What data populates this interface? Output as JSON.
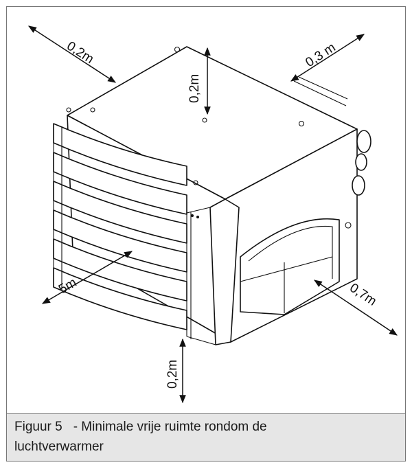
{
  "figure": {
    "dimensions": {
      "top_left": "0,2m",
      "top_right": "0,3 m",
      "top_vertical": "0,2m",
      "front": "5m",
      "right": "0,7m",
      "bottom": "0,2m"
    }
  },
  "caption": {
    "figure_number": "Figuur 5",
    "text_line1": "- Minimale vrije ruimte rondom de",
    "text_line2": "luchtverwarmer"
  },
  "colors": {
    "line": "#111111",
    "caption_background": "#e6e6e6",
    "border": "#777777"
  }
}
